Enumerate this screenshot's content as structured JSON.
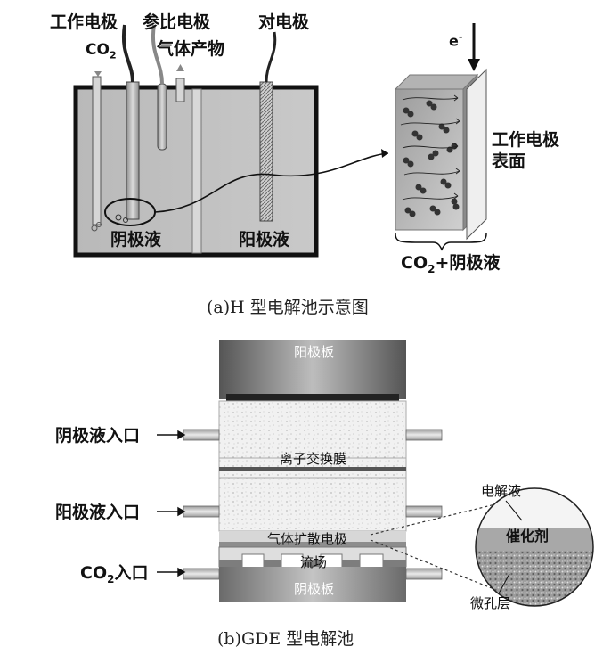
{
  "figure_a": {
    "labels": {
      "working_electrode": "工作电极",
      "reference_electrode": "参比电极",
      "counter_electrode": "对电极",
      "co2_in": "CO",
      "co2_sub": "2",
      "gas_product": "气体产物",
      "catholyte": "阴极液",
      "anolyte": "阳极液",
      "electron": "e",
      "electron_sup": "-",
      "surface_line1": "工作电极",
      "surface_line2": "表面",
      "co2_plus": "CO",
      "co2_plus_sub": "2",
      "co2_plus_rest": "+阴极液"
    },
    "caption": "(a)H 型电解池示意图"
  },
  "figure_b": {
    "labels": {
      "anode_plate": "阳极板",
      "anolyte_inlet_1": "阴极液入口",
      "membrane": "离子交换膜",
      "anolyte_inlet_2": "阳极液入口",
      "gde": "气体扩散电极",
      "co2_inlet": "CO",
      "co2_inlet_sub": "2",
      "co2_inlet_rest": "入口",
      "flow_field": "流场",
      "cathode_plate": "阴极板",
      "electrolyte": "电解液",
      "catalyst": "催化剂",
      "microporous": "微孔层"
    },
    "caption": "(b)GDE 型电解池"
  }
}
